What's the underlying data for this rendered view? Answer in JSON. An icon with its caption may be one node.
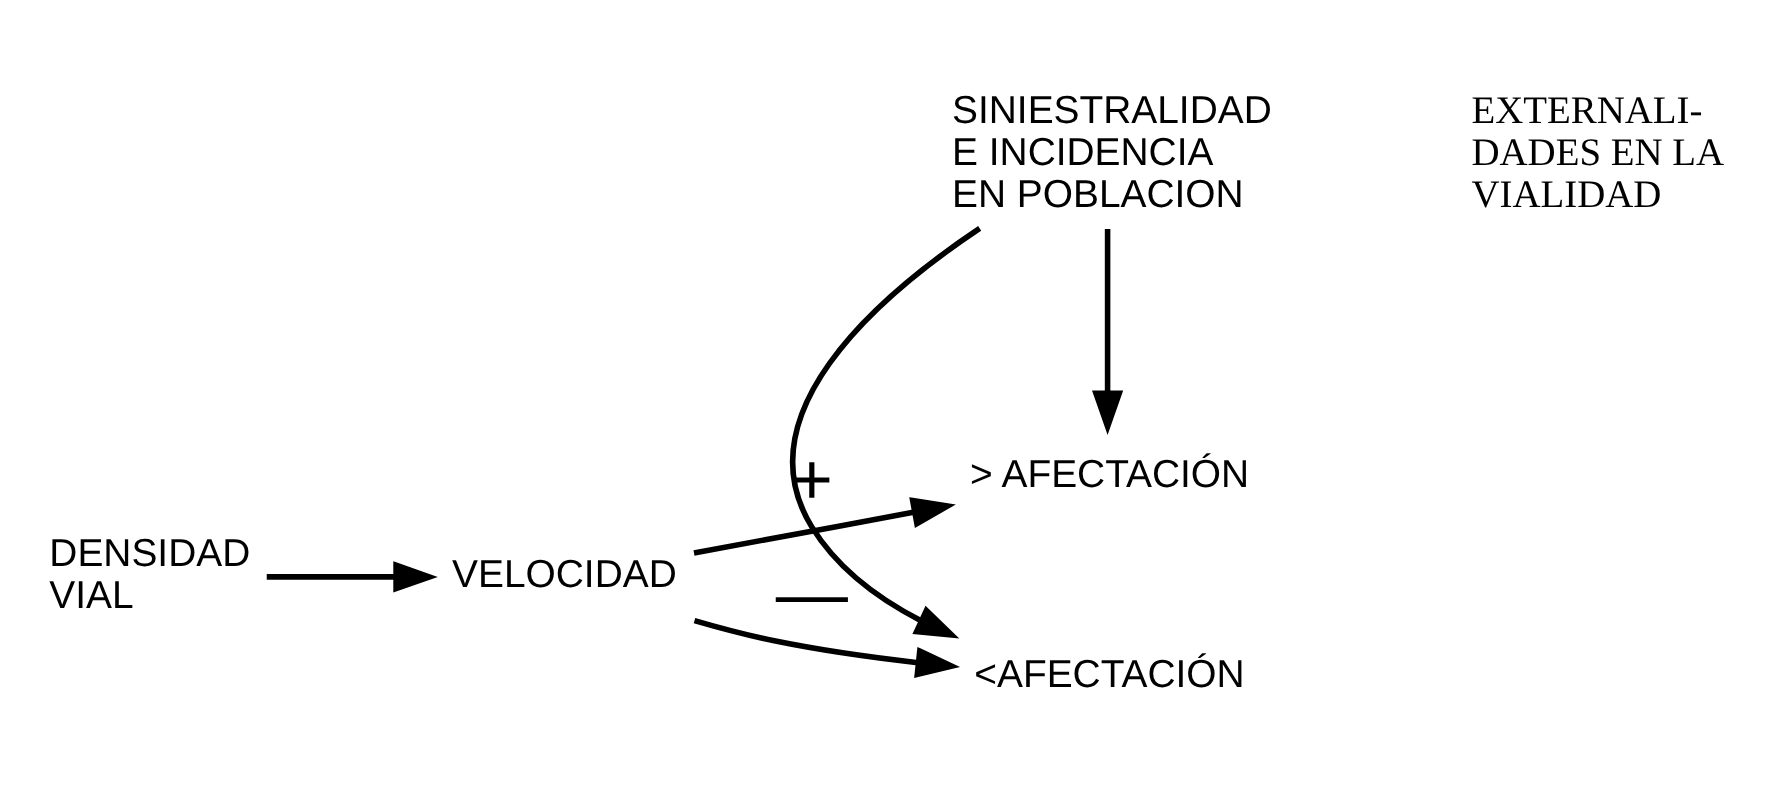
{
  "diagram": {
    "nodes": [
      {
        "text": [
          "DENSIDAD VIAL"
        ]
      },
      {
        "text": [
          "VELOCIDAD"
        ]
      },
      {
        "text": [
          "> AFECTACIÓN"
        ]
      },
      {
        "text": [
          "<AFECTACIÓN"
        ]
      },
      {
        "text": [
          "SINIESTRALIDAD E INCIDENCIA EN POBLACION"
        ]
      },
      {
        "text": [
          "EXTERNALI- DADES EN LA VIALIDAD"
        ]
      }
    ],
    "edges": [
      {
        "from": 0,
        "to": 1,
        "arrow": "to"
      },
      {
        "from": 1,
        "to": 2,
        "arrow": "to",
        "label": "+"
      },
      {
        "from": 1,
        "to": 3,
        "arrow": "to",
        "label": "—"
      },
      {
        "from": 4,
        "to": 2,
        "arrow": "to"
      },
      {
        "from": 4,
        "to": 3,
        "arrow": "to"
      }
    ]
  }
}
